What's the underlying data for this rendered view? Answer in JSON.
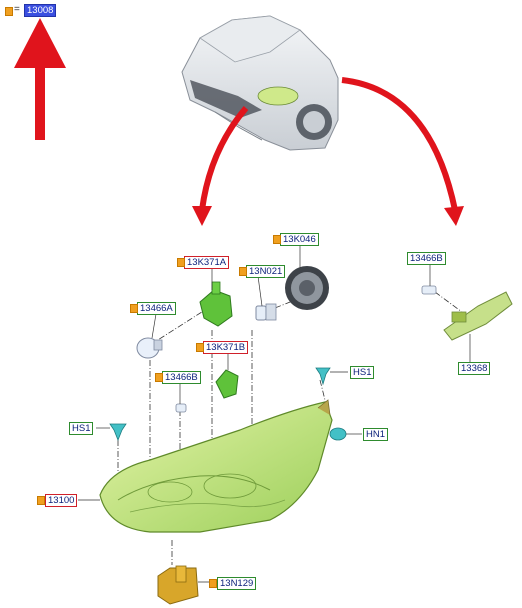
{
  "legend": {
    "equals": "=",
    "part": "13008"
  },
  "labels": {
    "l13K046": "13K046",
    "l13K371A": "13K371A",
    "l13N021": "13N021",
    "l13466A": "13466A",
    "l13K371B": "13K371B",
    "l13466B_left": "13466B",
    "l13466B_right": "13466B",
    "l13368": "13368",
    "lHS1_right": "HS1",
    "lHS1_left": "HS1",
    "lHN1": "HN1",
    "l13100": "13100",
    "l13N129": "13N129"
  },
  "colors": {
    "arrow": "#e0141c",
    "lens_fill": "#c8e87a",
    "label_border_green": "#2e8b2e",
    "label_border_red": "#d0202a",
    "selected_label_bg": "#3a4fe0",
    "marker": "#f0a020"
  }
}
